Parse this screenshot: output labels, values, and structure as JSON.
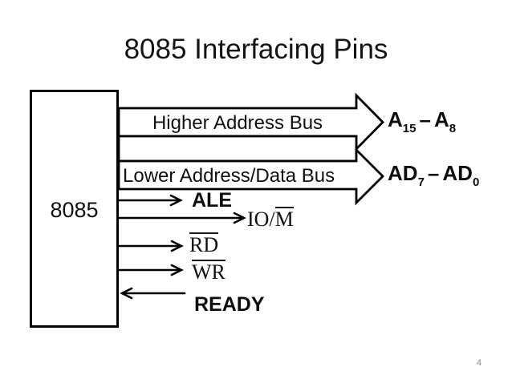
{
  "slide": {
    "title": "8085 Interfacing Pins",
    "page_number": "4"
  },
  "chip": {
    "label": "8085"
  },
  "buses": {
    "higher": {
      "label": "Higher Address Bus",
      "pin_range": {
        "p1": "A",
        "s1": "15",
        "dash": "–",
        "p2": "A",
        "s2": "8"
      },
      "direction": "out"
    },
    "lower": {
      "label": "Lower Address/Data Bus",
      "pin_range": {
        "p1": "AD",
        "s1": "7",
        "dash": "–",
        "p2": "AD",
        "s2": "0"
      },
      "direction": "out"
    }
  },
  "signals": {
    "ale": {
      "label": "ALE",
      "direction": "out"
    },
    "io_m": {
      "prefix": "IO/",
      "overlined": "M",
      "direction": "out"
    },
    "rd": {
      "label": "RD",
      "direction": "out"
    },
    "wr": {
      "label": "WR",
      "direction": "out"
    },
    "ready": {
      "label": "READY",
      "direction": "in"
    }
  },
  "colors": {
    "ink": "#000000",
    "background": "#ffffff",
    "page_number_gray": "#8c8c8c"
  }
}
